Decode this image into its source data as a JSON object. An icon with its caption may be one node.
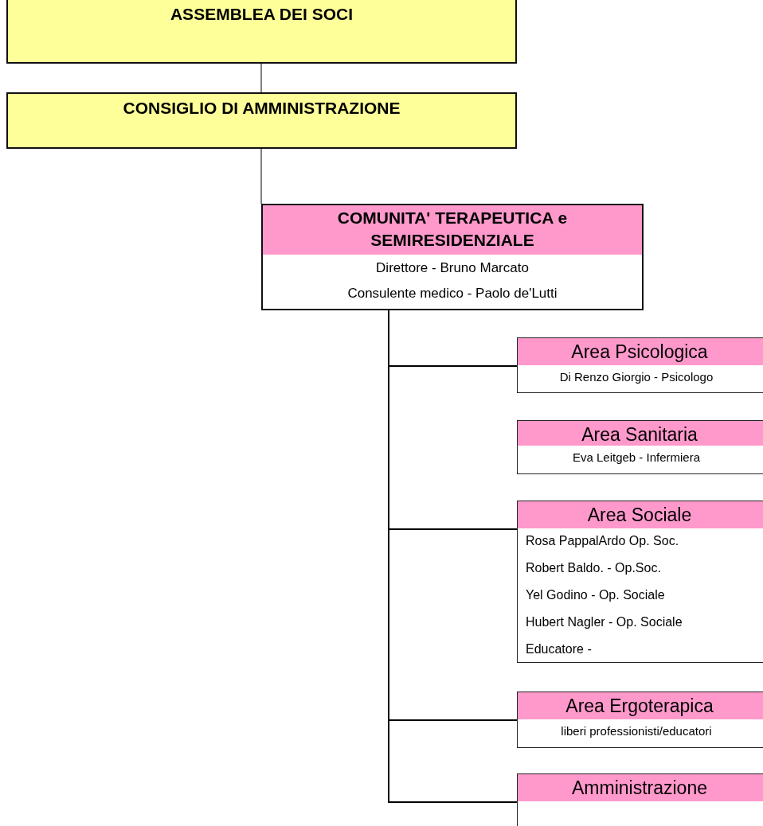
{
  "diagram": {
    "nodes": [
      {
        "text": [
          "ASSEMBLEA DEI SOCI"
        ]
      },
      {
        "text": [
          "CONSIGLIO DI AMMINISTRAZIONE"
        ]
      },
      {
        "text": [
          "COMUNITA' TERAPEUTICA e SEMIRESIDENZIALE",
          "Direttore - Bruno Marcato",
          "Consulente medico - Paolo de'Lutti"
        ]
      },
      {
        "text": [
          "Area Psicologica",
          "Di Renzo Giorgio - Psicologo"
        ]
      },
      {
        "text": [
          "Area Sanitaria",
          "Eva Leitgeb - Infermiera"
        ]
      },
      {
        "text": [
          "Area Sociale",
          "Rosa PappalArdo Op. Soc.",
          "Robert Baldo. - Op.Soc.",
          "Yel Godino - Op. Sociale",
          "Hubert Nagler - Op. Sociale",
          "Educatore -"
        ]
      },
      {
        "text": [
          "Area Ergoterapica",
          "liberi professionisti/educatori"
        ]
      },
      {
        "text": [
          "Amministrazione"
        ]
      }
    ],
    "edges": [
      {
        "from": 0,
        "to": 1,
        "arrow": "none"
      },
      {
        "from": 1,
        "to": 2,
        "arrow": "none"
      },
      {
        "from": 2,
        "to": 3,
        "arrow": "none"
      },
      {
        "from": 2,
        "to": 5,
        "arrow": "none"
      },
      {
        "from": 2,
        "to": 6,
        "arrow": "none"
      },
      {
        "from": 2,
        "to": 7,
        "arrow": "none"
      }
    ]
  }
}
